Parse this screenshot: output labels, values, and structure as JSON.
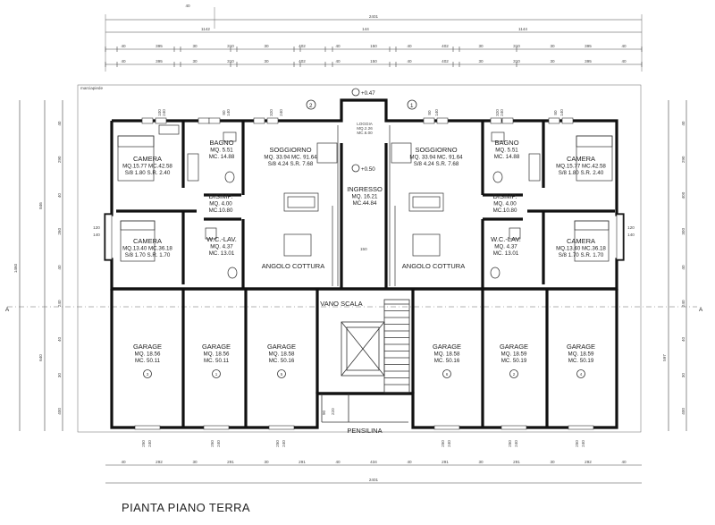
{
  "title": "PIANTA PIANO TERRA",
  "top_level": "+0.47",
  "mid_level": "+0.50",
  "sidewalk_label": "marciapiede",
  "apartment_marks": [
    "2",
    "1"
  ],
  "rooms": [
    {
      "id": "camera-tl",
      "lines": [
        "CAMERA",
        "MQ.15.77  MC.42.58",
        "S/8  1.80  S.R.  2.40"
      ]
    },
    {
      "id": "bagno-l",
      "lines": [
        "BAGNO",
        "MQ.  5.51",
        "MC. 14.88"
      ]
    },
    {
      "id": "soggiorno-l",
      "lines": [
        "SOGGIORNO",
        "MQ. 33.94  MC. 91.64",
        "S/8  4.24  S.R.  7.68"
      ]
    },
    {
      "id": "disimp-l",
      "lines": [
        "DISIMP.",
        "MQ.  4.00",
        "MC.10.80"
      ]
    },
    {
      "id": "camera-bl",
      "lines": [
        "CAMERA",
        "MQ.13.40  MC.36.18",
        "S/8  1.70  S.R.  1.70"
      ]
    },
    {
      "id": "wc-l",
      "lines": [
        "W.C.-LAV.",
        "MQ.  4.37",
        "MC. 13.01"
      ]
    },
    {
      "id": "cottura-l",
      "lines": [
        "ANGOLO COTTURA"
      ]
    },
    {
      "id": "ingresso",
      "lines": [
        "INGRESSO",
        "MQ.  16.21",
        "MC.44.84"
      ]
    },
    {
      "id": "loggia",
      "lines": [
        "LOGGIA",
        "MQ.2.26",
        "MC.6.00"
      ]
    },
    {
      "id": "soggiorno-r",
      "lines": [
        "SOGGIORNO",
        "MQ. 33.94  MC. 91.64",
        "S/8  4.24  S.R.  7.68"
      ]
    },
    {
      "id": "bagno-r",
      "lines": [
        "BAGNO",
        "MQ.  5.51",
        "MC. 14.88"
      ]
    },
    {
      "id": "camera-tr",
      "lines": [
        "CAMERA",
        "MQ.15.77  MC.42.58",
        "S/8  1.80  S.R.  2.40"
      ]
    },
    {
      "id": "disimp-r",
      "lines": [
        "DISIMP.",
        "MQ.  4.00",
        "MC.10.80"
      ]
    },
    {
      "id": "wc-r",
      "lines": [
        "W.C.-LAV.",
        "MQ.  4.37",
        "MC. 13.01"
      ]
    },
    {
      "id": "camera-br",
      "lines": [
        "CAMERA",
        "MQ.13.40  MC.36.18",
        "S/8  1.70  S.R.  1.70"
      ]
    },
    {
      "id": "cottura-r",
      "lines": [
        "ANGOLO COTTURA"
      ]
    },
    {
      "id": "vano-scala",
      "lines": [
        "VANO SCALA"
      ]
    },
    {
      "id": "pensilina",
      "lines": [
        "PENSILINA"
      ]
    }
  ],
  "garages": [
    {
      "id": "g3",
      "lines": [
        "GARAGE",
        "MQ. 18.56",
        "MC. 50.11"
      ],
      "mark": "3"
    },
    {
      "id": "g1",
      "lines": [
        "GARAGE",
        "MQ. 18.56",
        "MC. 50.11"
      ],
      "mark": "1"
    },
    {
      "id": "g5",
      "lines": [
        "GARAGE",
        "MQ. 18.58",
        "MC. 50.16"
      ],
      "mark": "5"
    },
    {
      "id": "g6",
      "lines": [
        "GARAGE",
        "MQ. 18.58",
        "MC. 50.16"
      ],
      "mark": "6"
    },
    {
      "id": "g2",
      "lines": [
        "GARAGE",
        "MQ. 18.59",
        "MC. 50.19"
      ],
      "mark": "2"
    },
    {
      "id": "g4",
      "lines": [
        "GARAGE",
        "MQ. 18.59",
        "MC. 50.19"
      ],
      "mark": "4"
    }
  ],
  "dimensions": {
    "top_total": "2401",
    "top_half": [
      "1142",
      "144",
      "1144"
    ],
    "top_row2": [
      "40",
      "395",
      "30",
      "310",
      "30",
      "402",
      "40",
      "150",
      "40",
      "402",
      "30",
      "310",
      "30",
      "395",
      "40"
    ],
    "top_row3": [
      "40",
      "395",
      "30",
      "310",
      "30",
      "402",
      "40",
      "150",
      "40",
      "402",
      "30",
      "310",
      "30",
      "395",
      "40"
    ],
    "window_marks_top": [
      "100",
      "240",
      "80",
      "140",
      "320",
      "240",
      "80",
      "140",
      "320",
      "240",
      "80",
      "140",
      "100",
      "240"
    ],
    "left_side": [
      "40",
      "290",
      "40",
      "260",
      "40",
      "240",
      "40",
      "30",
      "400"
    ],
    "right_side": [
      "40",
      "290",
      "400",
      "300",
      "40",
      "240",
      "40",
      "30",
      "400"
    ],
    "left_total": "1460",
    "left_sub": [
      "846",
      "640"
    ],
    "right_sub": [
      "597"
    ],
    "side_window": [
      "120",
      "140"
    ],
    "bottom_row1": [
      "40",
      "292",
      "30",
      "291",
      "30",
      "291",
      "40",
      "434",
      "40",
      "291",
      "30",
      "291",
      "30",
      "292",
      "40"
    ],
    "bottom_total": "2401",
    "garage_doors": [
      "250",
      "240"
    ],
    "stair_bottom": [
      "90",
      "220"
    ],
    "mid_dim": "150",
    "top_mark": "40"
  }
}
